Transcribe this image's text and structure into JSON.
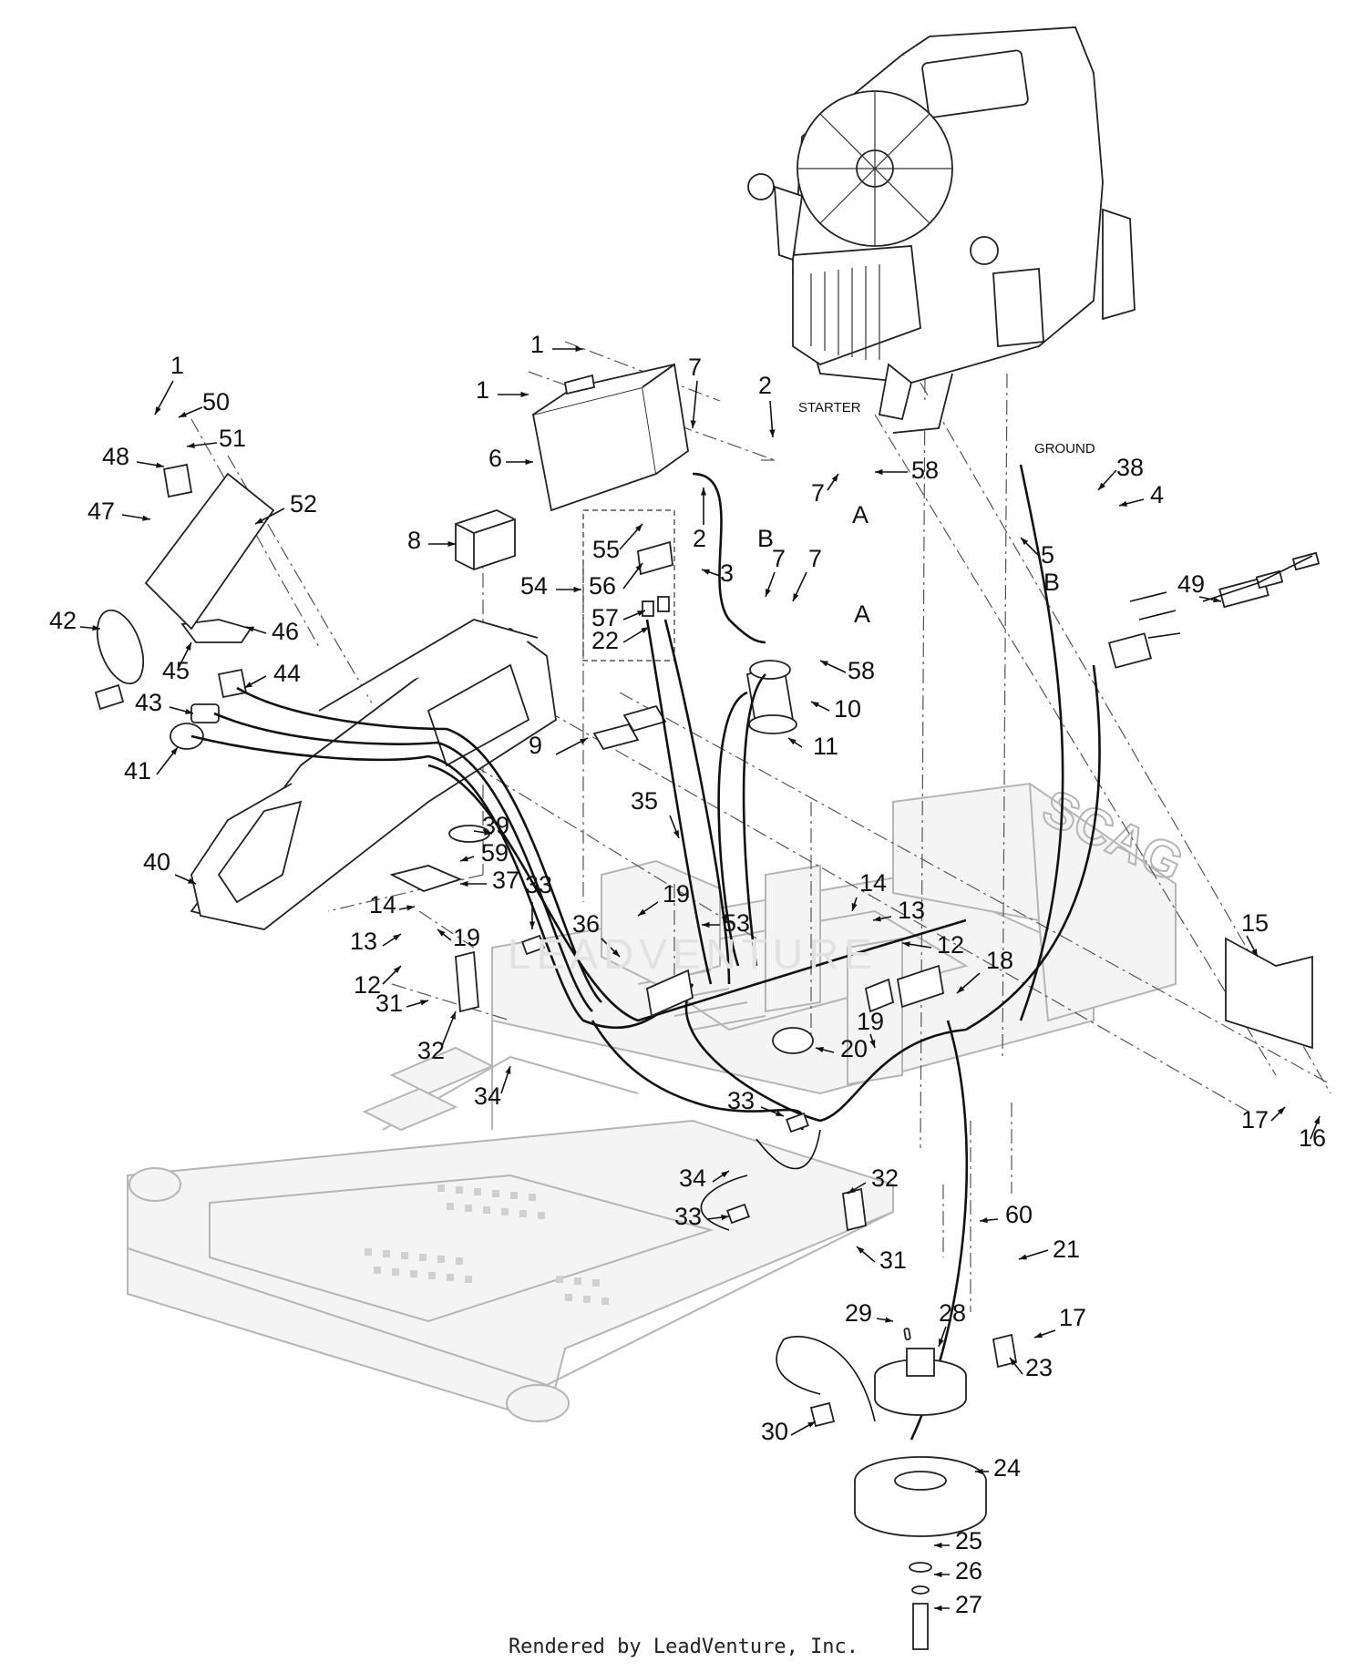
{
  "diagram": {
    "notes": {
      "starter": "STARTER",
      "ground": "GROUND"
    },
    "watermark": "LEADVENTURE",
    "footer": "Rendered by LeadVenture, Inc.",
    "deck_logo": "SCAG",
    "callouts": [
      {
        "id": "c1a",
        "text": "1"
      },
      {
        "id": "c1b",
        "text": "1"
      },
      {
        "id": "c1c",
        "text": "1"
      },
      {
        "id": "c2a",
        "text": "2"
      },
      {
        "id": "c2b",
        "text": "2"
      },
      {
        "id": "c3",
        "text": "3"
      },
      {
        "id": "c4",
        "text": "4"
      },
      {
        "id": "c5",
        "text": "5"
      },
      {
        "id": "c6",
        "text": "6"
      },
      {
        "id": "c7a",
        "text": "7"
      },
      {
        "id": "c7b",
        "text": "7"
      },
      {
        "id": "c7c",
        "text": "7"
      },
      {
        "id": "c7d",
        "text": "7"
      },
      {
        "id": "c8",
        "text": "8"
      },
      {
        "id": "c9",
        "text": "9"
      },
      {
        "id": "c10",
        "text": "10"
      },
      {
        "id": "c11",
        "text": "11"
      },
      {
        "id": "c12a",
        "text": "12"
      },
      {
        "id": "c12b",
        "text": "12"
      },
      {
        "id": "c13a",
        "text": "13"
      },
      {
        "id": "c13b",
        "text": "13"
      },
      {
        "id": "c14a",
        "text": "14"
      },
      {
        "id": "c14b",
        "text": "14"
      },
      {
        "id": "c15",
        "text": "15"
      },
      {
        "id": "c16",
        "text": "16"
      },
      {
        "id": "c17a",
        "text": "17"
      },
      {
        "id": "c17b",
        "text": "17"
      },
      {
        "id": "c18",
        "text": "18"
      },
      {
        "id": "c19a",
        "text": "19"
      },
      {
        "id": "c19b",
        "text": "19"
      },
      {
        "id": "c19c",
        "text": "19"
      },
      {
        "id": "c20",
        "text": "20"
      },
      {
        "id": "c21",
        "text": "21"
      },
      {
        "id": "c22",
        "text": "22"
      },
      {
        "id": "c23",
        "text": "23"
      },
      {
        "id": "c24",
        "text": "24"
      },
      {
        "id": "c25",
        "text": "25"
      },
      {
        "id": "c26",
        "text": "26"
      },
      {
        "id": "c27",
        "text": "27"
      },
      {
        "id": "c28",
        "text": "28"
      },
      {
        "id": "c29",
        "text": "29"
      },
      {
        "id": "c30",
        "text": "30"
      },
      {
        "id": "c31a",
        "text": "31"
      },
      {
        "id": "c31b",
        "text": "31"
      },
      {
        "id": "c32a",
        "text": "32"
      },
      {
        "id": "c32b",
        "text": "32"
      },
      {
        "id": "c33a",
        "text": "33"
      },
      {
        "id": "c33b",
        "text": "33"
      },
      {
        "id": "c33c",
        "text": "33"
      },
      {
        "id": "c34a",
        "text": "34"
      },
      {
        "id": "c34b",
        "text": "34"
      },
      {
        "id": "c35",
        "text": "35"
      },
      {
        "id": "c36",
        "text": "36"
      },
      {
        "id": "c37",
        "text": "37"
      },
      {
        "id": "c38",
        "text": "38"
      },
      {
        "id": "c39",
        "text": "39"
      },
      {
        "id": "c40",
        "text": "40"
      },
      {
        "id": "c41",
        "text": "41"
      },
      {
        "id": "c42",
        "text": "42"
      },
      {
        "id": "c43",
        "text": "43"
      },
      {
        "id": "c44",
        "text": "44"
      },
      {
        "id": "c45",
        "text": "45"
      },
      {
        "id": "c46",
        "text": "46"
      },
      {
        "id": "c47",
        "text": "47"
      },
      {
        "id": "c48",
        "text": "48"
      },
      {
        "id": "c49",
        "text": "49"
      },
      {
        "id": "c50",
        "text": "50"
      },
      {
        "id": "c51",
        "text": "51"
      },
      {
        "id": "c52",
        "text": "52"
      },
      {
        "id": "c53",
        "text": "53"
      },
      {
        "id": "c54",
        "text": "54"
      },
      {
        "id": "c55",
        "text": "55"
      },
      {
        "id": "c56",
        "text": "56"
      },
      {
        "id": "c57",
        "text": "57"
      },
      {
        "id": "c58a",
        "text": "58"
      },
      {
        "id": "c58b",
        "text": "58"
      },
      {
        "id": "c59",
        "text": "59"
      },
      {
        "id": "c60",
        "text": "60"
      },
      {
        "id": "cAa",
        "text": "A"
      },
      {
        "id": "cAb",
        "text": "A"
      },
      {
        "id": "cBa",
        "text": "B"
      },
      {
        "id": "cBb",
        "text": "B"
      }
    ]
  }
}
